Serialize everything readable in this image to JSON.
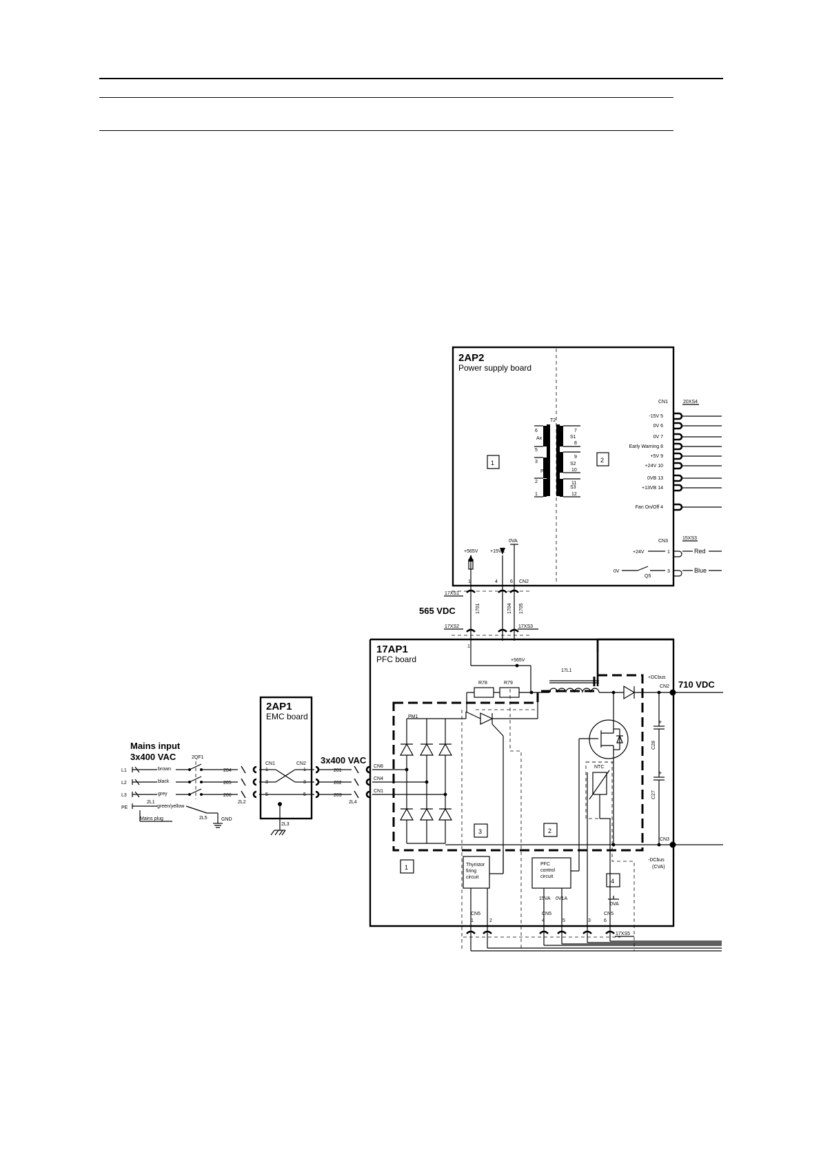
{
  "boards": {
    "power_supply": {
      "id": "2AP2",
      "name": "Power supply board"
    },
    "pfc": {
      "id": "17AP1",
      "name": "PFC board"
    },
    "emc": {
      "id": "2AP1",
      "name": "EMC board"
    }
  },
  "mains": {
    "title_line1": "Mains input",
    "title_line2": "3x400 VAC",
    "phases": [
      "L1",
      "L2",
      "L3",
      "PE"
    ],
    "wires": [
      "brown",
      "black",
      "grey",
      "green/yellow"
    ],
    "breaker": "2QF1",
    "plug_label": "Mains plug",
    "gnd_label": "GND",
    "refs": [
      "2L1",
      "2L5",
      "2L2",
      "2L3",
      "2L4"
    ],
    "emc_out_nodes": [
      "204",
      "205",
      "206"
    ],
    "pfc_in_nodes": [
      "201",
      "202",
      "203"
    ],
    "emc_cn1": "CN1",
    "emc_cn2": "CN2",
    "emc_pins_left": [
      "1",
      "3",
      "5"
    ],
    "emc_pins_right": [
      "1",
      "3",
      "5"
    ]
  },
  "pfc_input": {
    "voltage": "3x400 VAC",
    "connectors": [
      "CN6",
      "CN4",
      "CN1"
    ]
  },
  "dc_link": {
    "voltage_565": "565 VDC",
    "voltage_710": "710 VDC",
    "wire_numbers": [
      "1701",
      "1704",
      "1705"
    ],
    "connectors": [
      "17XS1",
      "17XS2",
      "17XS3",
      "17XS5"
    ],
    "plus_dcbus": "+DCbus",
    "minus_dcbus": "-DCbus",
    "minus_dcbus_note": "(CVA)"
  },
  "psu_transformer": {
    "label": "T2",
    "taps": [
      "6",
      "5",
      "3",
      "2",
      "1",
      "7",
      "8",
      "9",
      "10",
      "11",
      "12"
    ],
    "winding_names": [
      "Ax",
      "P",
      "S1",
      "S2",
      "S3"
    ]
  },
  "psu_inputs": {
    "plus565": "+565V",
    "plus15va": "+15VA",
    "zero_va": "0VA",
    "pins": [
      "1",
      "4",
      "6"
    ],
    "cn2": "CN2"
  },
  "psu_cn1": {
    "title": "CN1",
    "connector": "20XS4",
    "pins": [
      {
        "label": "-15V",
        "pin": "5"
      },
      {
        "label": "0V",
        "pin": "6"
      },
      {
        "label": "0V",
        "pin": "7"
      },
      {
        "label": "Early Warning",
        "pin": "8"
      },
      {
        "label": "+5V",
        "pin": "9"
      },
      {
        "label": "+24V",
        "pin": "10"
      },
      {
        "label": "0VB",
        "pin": "13"
      },
      {
        "label": "+13VB",
        "pin": "14"
      },
      {
        "label": "Fan On/Off",
        "pin": "4"
      }
    ]
  },
  "psu_cn3": {
    "title": "CN3",
    "connector": "15XS3",
    "lines": [
      {
        "label": "+24V",
        "pin": "1",
        "color": "Red"
      },
      {
        "label": "0V",
        "pin": "3",
        "color": "Blue",
        "switch": "Q5"
      }
    ]
  },
  "pfc_parts": {
    "pm1": "PM1",
    "r78": "R78",
    "r79": "R79",
    "choke": "17L1",
    "plus565": "+565V",
    "c28": "C28",
    "c27": "C27",
    "ntc": "NTC",
    "cn2": "CN2",
    "cn3": "CN3",
    "thyristor_block": [
      "Thyristor",
      "firing",
      "circuit"
    ],
    "pfc_block": [
      "PFC",
      "control",
      "circuit"
    ],
    "zero_va": "0VA"
  },
  "cn5": {
    "labels": [
      "CN5",
      "CN5",
      "CN5"
    ],
    "pins": [
      "1",
      "2",
      "4",
      "5",
      "3",
      "6"
    ],
    "signals": [
      "15VA",
      "0V1A"
    ]
  },
  "zones": [
    "1",
    "2",
    "1",
    "2",
    "3",
    "4"
  ]
}
